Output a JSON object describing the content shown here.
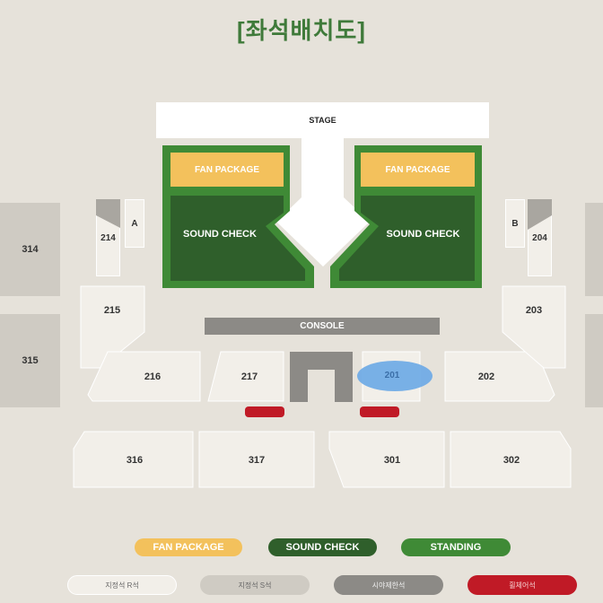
{
  "title": "[좌석배치도]",
  "stage": "STAGE",
  "console": "CONSOLE",
  "floor": {
    "left": {
      "fan": "FAN PACKAGE",
      "sound": "SOUND CHECK"
    },
    "right": {
      "fan": "FAN PACKAGE",
      "sound": "SOUND CHECK"
    }
  },
  "sections": {
    "s314": "314",
    "s315": "315",
    "s214": "214",
    "sA": "A",
    "s215": "215",
    "s216": "216",
    "s217": "217",
    "s201": "201",
    "s202": "202",
    "s203": "203",
    "sB": "B",
    "s204": "204",
    "s316": "316",
    "s317": "317",
    "s301": "301",
    "s302": "302"
  },
  "legend": {
    "fan": "FAN PACKAGE",
    "sound": "SOUND CHECK",
    "standing": "STANDING",
    "l1": "지정석 R석",
    "l2": "지정석 S석",
    "l3": "시야제한석",
    "l4": "휠체어석"
  },
  "colors": {
    "green": "#3f8a36",
    "dark_green": "#2f5f2b",
    "yellow": "#f3c15c",
    "red": "#c01a26",
    "blue": "#6aa9e6",
    "gray": "#8c8a86"
  }
}
